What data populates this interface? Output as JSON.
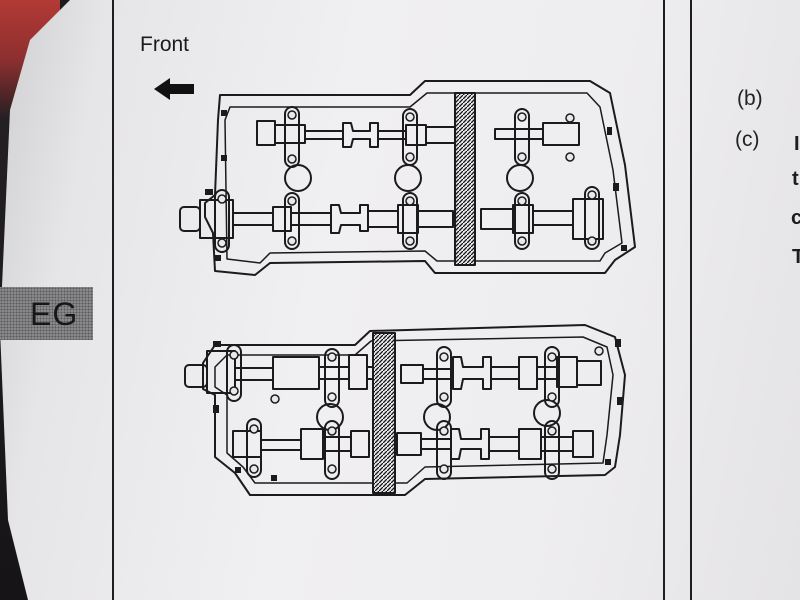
{
  "page": {
    "section_tab": "EG"
  },
  "diagram": {
    "direction_label": "Front"
  },
  "procedure": {
    "items": [
      {
        "marker": "(b)"
      },
      {
        "marker": "(c)"
      }
    ],
    "cut_text": [
      "I",
      "t",
      "c",
      "T"
    ]
  },
  "colors": {
    "paper": "#eeedef",
    "ink": "#1e1e22",
    "tab": "#8c8c8e"
  },
  "icons": {
    "direction": "left-arrow-icon"
  }
}
